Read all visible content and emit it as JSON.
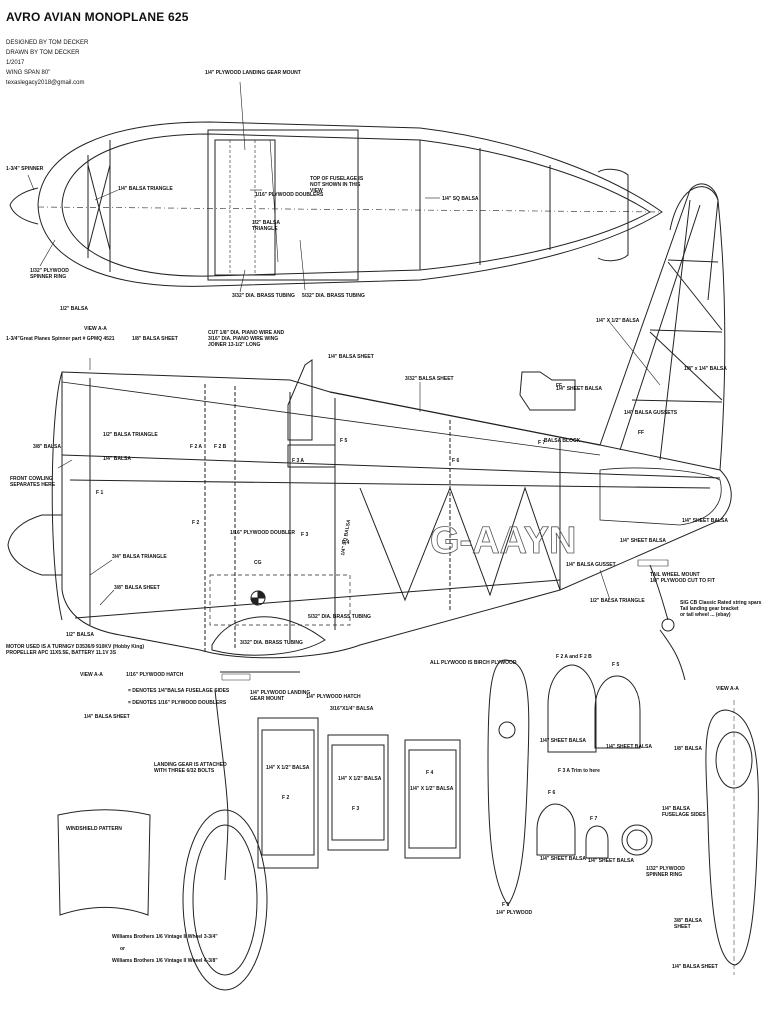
{
  "header": {
    "title": "AVRO AVIAN MONOPLANE 625",
    "designed_by": "DESIGNED BY TOM DECKER",
    "drawn_by": "DRAWN BY TOM DECKER",
    "date": "1/2017",
    "wing_span": "WING SPAN 80\"",
    "email": "texaslegacy2018@gmail.com"
  },
  "top_view": {
    "spinner": "1-3/4\" SPINNER",
    "spinner_ring": "1/32\" PLYWOOD\nSPINNER RING",
    "triangle": "1/4\" BALSA TRIANGLE",
    "gear_mount": "1/4\" PLYWOOD LANDING GEAR MOUNT",
    "doublers": "1/16\" PLYWOOD DOUBLERS",
    "half_triangle": "1/2\" BALSA\nTRIANGLE",
    "not_shown": "TOP OF FUSELAGE IS\nNOT SHOWN IN THIS\nVIEW",
    "sq_balsa": "1/4\" SQ BALSA",
    "brass_332": "3/32\" DIA. BRASS TUBING",
    "brass_532": "5/32\" DIA. BRASS TUBING",
    "piano_wire": "CUT 1/8\" DIA. PIANO WIRE AND\n3/16\" DIA. PIANO WIRE WING\nJOINER 13-1/2\" LONG"
  },
  "side_view": {
    "half_balsa": "1/2\" BALSA",
    "view_aa": "VIEW A-A",
    "spinner_note": "1-3/4\"Great Planes Spinner part # GPMQ 4521",
    "sheet_18": "1/8\" BALSA SHEET",
    "sheet_14": "1/4\" BALSA SHEET",
    "sheet_332": "3/32\" BALSA SHEET",
    "triangle_12": "1/2\" BALSA TRIANGLE",
    "balsa_38": "3/8\" BALSA",
    "balsa_14": "1/4\" BALSA",
    "cowling": "FRONT COWLING\nSEPARATES HERE",
    "triangle_34": "3/4\" BALSA TRIANGLE",
    "sheet_38": "3/8\" BALSA SHEET",
    "doubler": "1/16\" PLYWOOD DOUBLER",
    "cg": "CG",
    "sq_balsa": "1/4\" SQ BALSA",
    "brass_532": "5/32\" DIA. BRASS TUBING",
    "brass_332": "3/32\" DIA. BRASS TUBING",
    "hatch": "1/16\" PLYWOOD HATCH",
    "denotes_balsa": "= DENOTES 1/4\"BALSA FUSELAGE SIDES",
    "denotes_ply": "= DENOTES 1/16\" PLYWOOD DOUBLERS",
    "gear_mount": "1/4\" PLYWOOD LANDING\nGEAR MOUNT",
    "hatch_14": "1/4\" PLYWOOD HATCH",
    "motor_note": "MOTOR USED IS A TURNIGY D3536/9 910KV (Hobby King)\nPROPELLER APC 11X5.5E, BATTERY 11.1V 3S",
    "block": "BALSA BLOCK",
    "tail_triangle": "1/2\" BALSA TRIANGLE",
    "tail_gear": "SIG CB Classic Rated string spars Tail landing gear bracket\nor tail wheel ... (ebay)",
    "gusset": "1/4\" BALSA GUSSET",
    "gussets": "1/4\" BALSA GUSSETS",
    "sheet_balsa": "1/4\" SHEET BALSA",
    "tail_mount": "TAIL WHEEL MOUNT\n1/8\" PLYWOOD CUT TO FIT",
    "registration": "G-AAYN",
    "fin_1412": "1/4\" X 1/2\" BALSA",
    "fin_1814": "1/8\" x 1/4\" BALSA",
    "sheet_tail": "1/4\" SHEET BALSA"
  },
  "formers": {
    "f1": "F 1",
    "f2": "F 2",
    "f2a": "F 2 A",
    "f2b": "F 2 B",
    "f3": "F 3",
    "f3a": "F 3 A",
    "f4": "F 4",
    "f5": "F 5",
    "f6": "F 6",
    "f7": "F 7",
    "ff": "FF",
    "f2ab": "F 2 A and F 2 B",
    "all_birch": "ALL PLYWOOD IS BIRCH PLYWOOD",
    "ply_14": "1/4\" PLYWOOD",
    "sheet_balsa": "1/4\" SHEET BALSA",
    "f3a_note": "F 3 A Trim to here",
    "spinner_ring": "1/32\" PLYWOOD\nSPINNER RING",
    "view_aa": "VIEW A-A",
    "balsa_18": "1/8\" BALSA",
    "fuse_sides": "1/4\" BALSA\nFUSELAGE SIDES",
    "sheet_38": "3/8\" BALSA\nSHEET",
    "sheet_14": "1/4\" BALSA SHEET",
    "strip_316": "3/16\"X1/4\" BALSA",
    "frame_1412": "1/4\" X 1/2\" BALSA"
  },
  "lower": {
    "gear_note": "LANDING GEAR IS ATTACHED\nWITH THREE 6/32 BOLTS",
    "windshield": "WINDSHIELD PATTERN",
    "wheel_1": "Williams Brothers 1/6 Vintage II Wheel 3-3/4\"",
    "wheel_or": "or",
    "wheel_2": "Williams Brothers 1/6 Vintage II Wheel 4-3/8\""
  }
}
